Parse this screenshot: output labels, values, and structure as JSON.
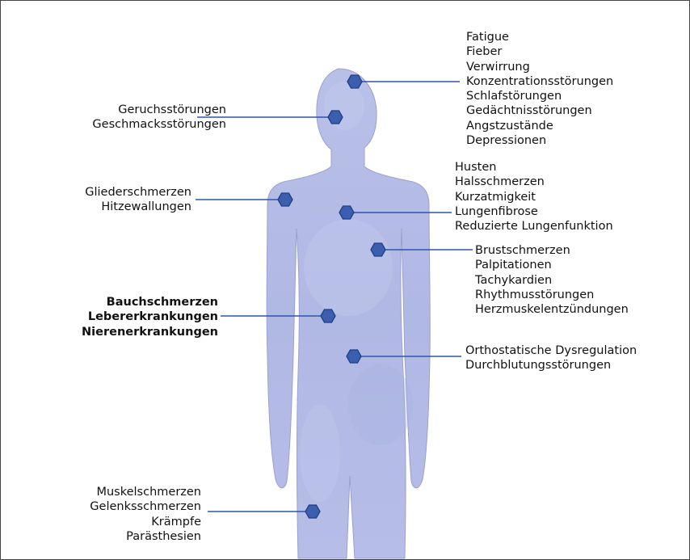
{
  "colors": {
    "body_fill": "#b4bbe6",
    "body_outline": "#9aa1cc",
    "marker_fill": "#3b5fae",
    "marker_stroke": "#1f3f85",
    "leader_line": "#2f55ab",
    "text": "#111111"
  },
  "groups": {
    "head": [
      "Fatigue",
      "Fieber",
      "Verwirrung",
      "Konzentrationsstörungen",
      "Schlafstörungen",
      "Gedächtnisstörungen",
      "Angstzustände",
      "Depressionen"
    ],
    "nose": [
      "Geruchsstörungen",
      "Geschmacksstörungen"
    ],
    "shoulder": [
      "Gliederschmerzen",
      "Hitzewallungen"
    ],
    "lung": [
      "Husten",
      "Halsschmerzen",
      "Kurzatmigkeit",
      "Lungenfibrose",
      "Reduzierte Lungenfunktion"
    ],
    "heart": [
      "Brustschmerzen",
      "Palpitationen",
      "Tachykardien",
      "Rhythmusstörungen",
      "Herzmuskelentzündungen"
    ],
    "abdomen": [
      "Bauchschmerzen",
      "Lebererkrankungen",
      "Nierenerkrankungen"
    ],
    "circulation": [
      "Orthostatische Dysregulation",
      "Durchblutungsstörungen"
    ],
    "leg": [
      "Muskelschmerzen",
      "Gelenksschmerzen",
      "Krämpfe",
      "Parästhesien"
    ]
  }
}
